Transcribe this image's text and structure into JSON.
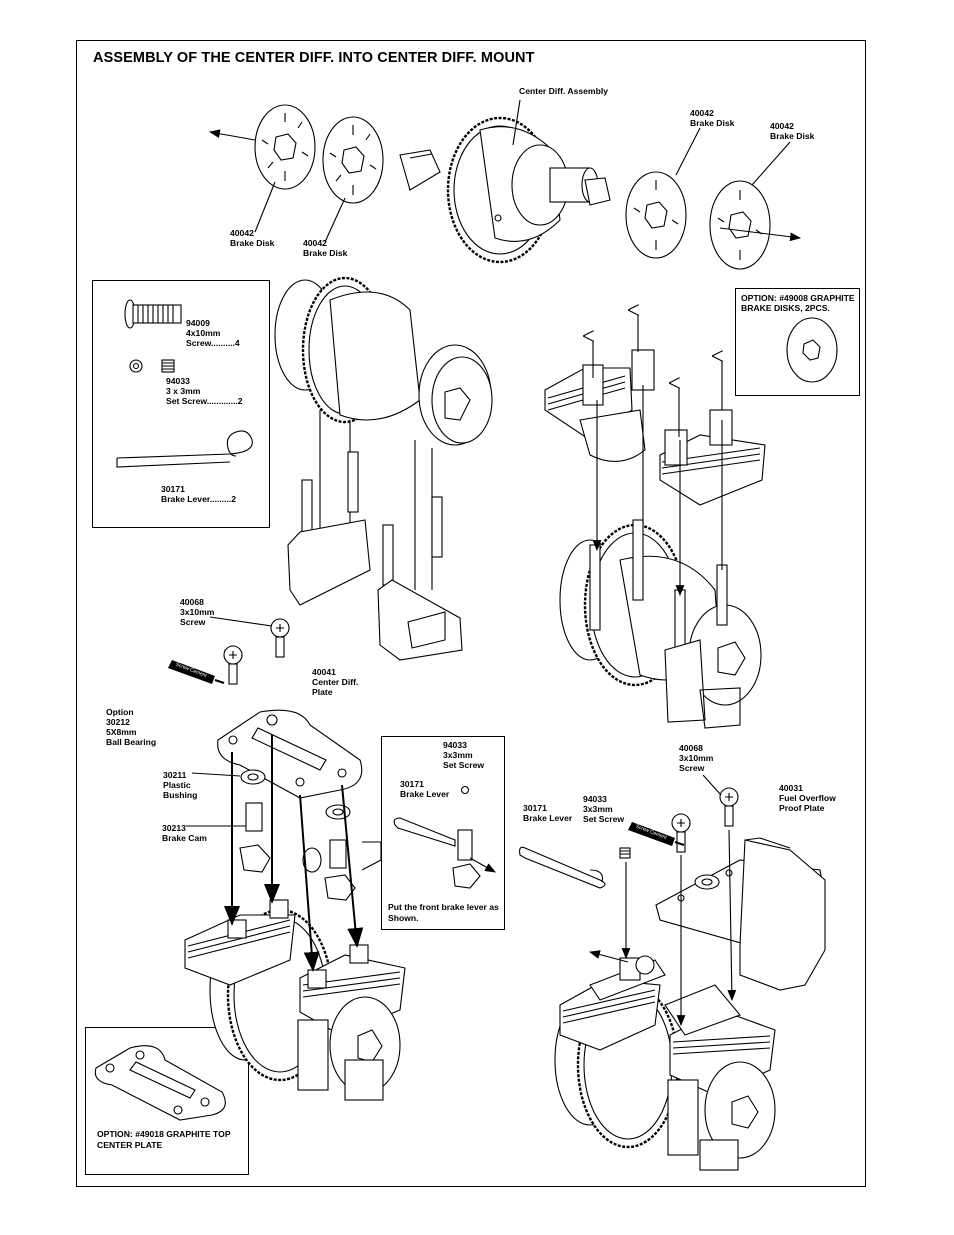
{
  "title": "ASSEMBLY OF THE CENTER DIFF. INTO CENTER DIFF. MOUNT",
  "labels": {
    "center_diff_assembly": "Center Diff. Assembly",
    "disk_tl_num": "40042",
    "disk_tl_name": "Brake Disk",
    "disk_tm_num": "40042",
    "disk_tm_name": "Brake Disk",
    "disk_tr1_num": "40042",
    "disk_tr1_name": "Brake Disk",
    "disk_tr2_num": "40042",
    "disk_tr2_name": "Brake Disk",
    "parts_screw_num": "94009",
    "parts_screw_size": "4x10mm",
    "parts_screw_qty": "Screw..........4",
    "parts_set_num": "94033",
    "parts_set_size": "3 x 3mm",
    "parts_set_qty": "Set Screw.............2",
    "parts_lever_num": "30171",
    "parts_lever_qty": "Brake Lever.........2",
    "opt_graphite_disks_1": "OPTION: #49008 GRAPHITE",
    "opt_graphite_disks_2": "BRAKE DISKS, 2PCS.",
    "screw_l_num": "40068",
    "screw_l_size": "3x10mm",
    "screw_l_name": "Screw",
    "plate_num": "40041",
    "plate_name1": "Center Diff.",
    "plate_name2": "Plate",
    "opt_bearing_1": "Option",
    "opt_bearing_2": "30212",
    "opt_bearing_3": "5X8mm",
    "opt_bearing_4": "Ball Bearing",
    "bushing_num": "30211",
    "bushing_name1": "Plastic",
    "bushing_name2": "Bushing",
    "cam_num": "30213",
    "cam_name": "Brake Cam",
    "inset_set_num": "94033",
    "inset_set_size": "3x3mm",
    "inset_set_name": "Set Screw",
    "inset_lever_num": "30171",
    "inset_lever_name": "Brake Lever",
    "inset_note": "Put the front brake lever as Shown.",
    "r_lever_num": "30171",
    "r_lever_name": "Brake Lever",
    "r_set_num": "94033",
    "r_set_size": "3x3mm",
    "r_set_name": "Set Screw",
    "screw_r_num": "40068",
    "screw_r_size": "3x10mm",
    "screw_r_name": "Screw",
    "fuel_num": "40031",
    "fuel_name1": "Fuel Overflow",
    "fuel_name2": "Proof Plate",
    "opt_top_plate": "OPTION: #49018 GRAPHITE TOP CENTER PLATE",
    "screw_cement": "Screw Cement"
  },
  "colors": {
    "line": "#000000",
    "paper": "#ffffff",
    "cement_tag": "#000000"
  }
}
